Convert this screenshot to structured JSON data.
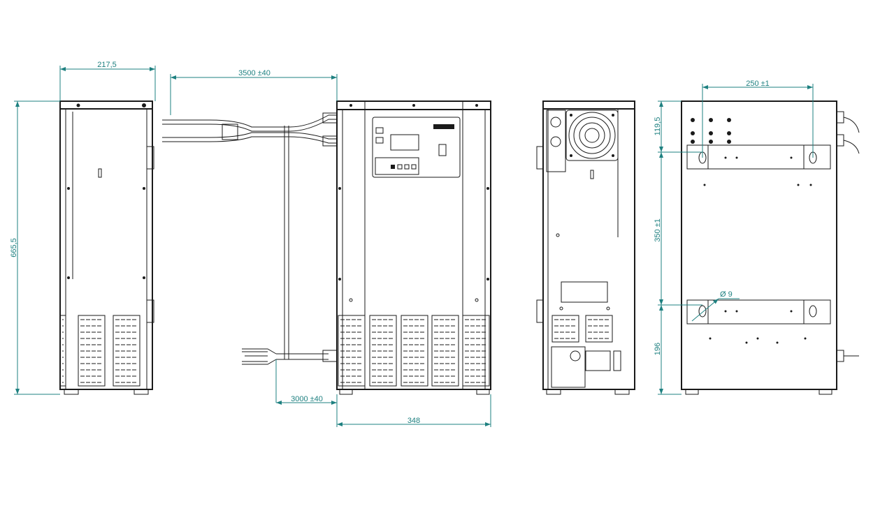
{
  "colors": {
    "line": "#1a1a1a",
    "dimension": "#1e8080"
  },
  "dimensions": {
    "side_depth": "217,5",
    "cable_long": "3500 ±40",
    "height": "665,5",
    "cable_short": "3000 ±40",
    "width": "348",
    "hole_spacing": "250 ±1",
    "top_offset": "119,5",
    "vertical_spacing": "350 ±1",
    "bottom_offset": "196",
    "hole_diameter": "Ø 9"
  }
}
